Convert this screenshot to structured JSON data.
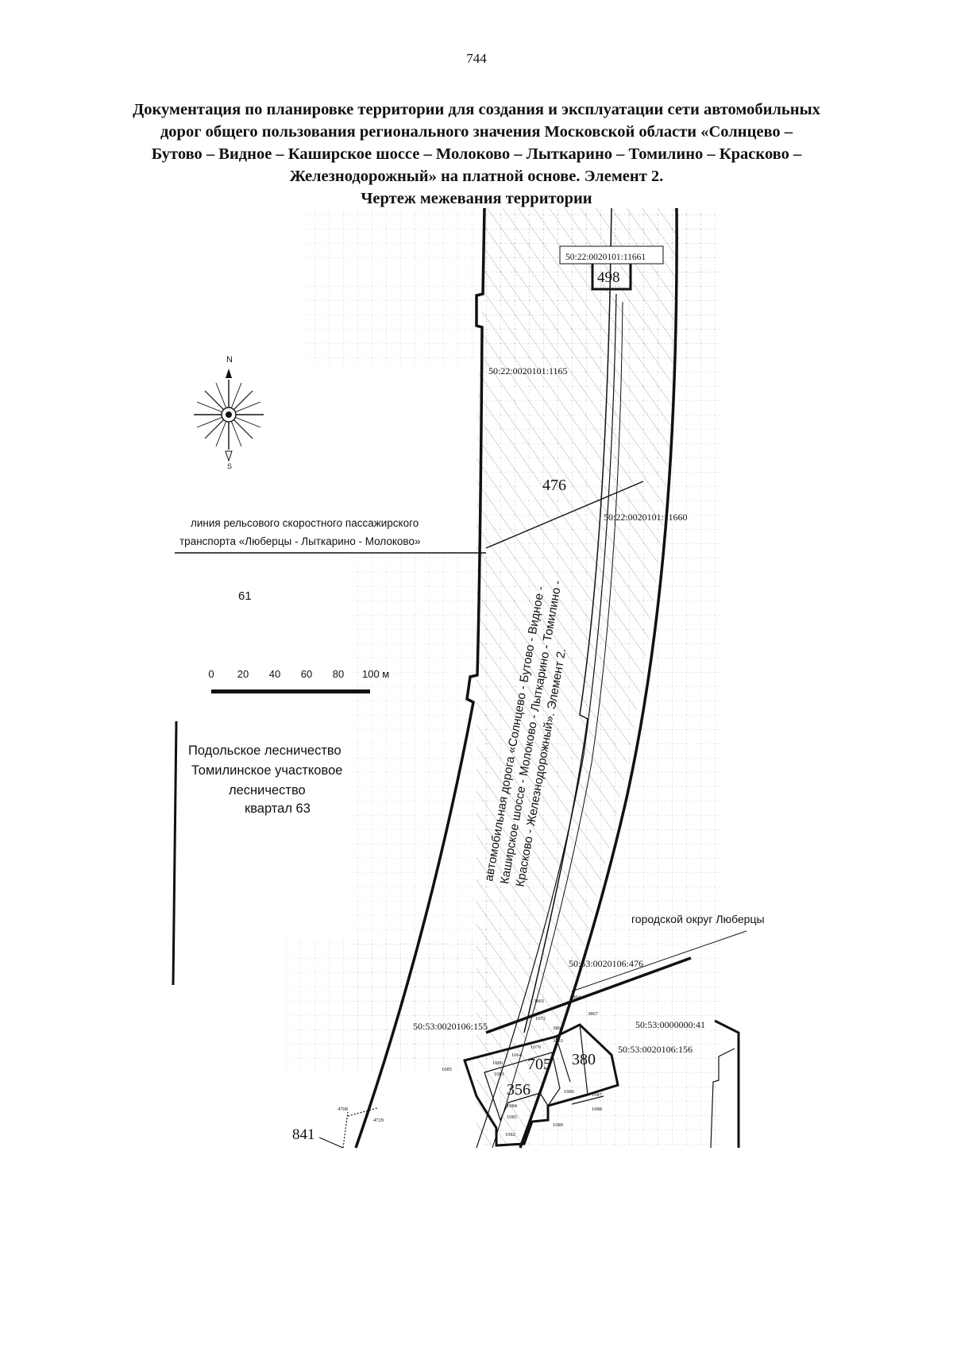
{
  "page_number": "744",
  "title_lines": [
    "Документация по планировке территории для создания и эксплуатации сети автомобильных",
    "дорог общего пользования регионального значения Московской области «Солнцево –",
    "Бутово – Видное – Каширское шоссе – Молоково – Лыткарино – Томилино – Красково –",
    "Железнодорожный» на платной основе. Элемент 2."
  ],
  "subtitle": "Чертеж межевания территории",
  "compass": {
    "north": "N",
    "south": "S"
  },
  "scale_bar": {
    "ticks": [
      "0",
      "20",
      "40",
      "60",
      "80",
      "100 м"
    ]
  },
  "map_labels": {
    "rail_line_1": "линия рельсового скоростного пассажирского",
    "rail_line_2": "транспорта «Люберцы - Лыткарино - Молоково»",
    "zone_61": "61",
    "zone_476": "476",
    "forest_1": "Подольское лесничество",
    "forest_2": "Томилинское участковое",
    "forest_3": "лесничество",
    "forest_4": "квартал 63",
    "district": "городской округ Люберцы",
    "road_1": "автомобильная дорога «Солнцево - Бутово - Видное -",
    "road_2": "Каширское шоссе - Молоково - Лыткарино - Томилино -",
    "road_3": "Красково - Железнодорожный». Элемент 2."
  },
  "parcels": {
    "p11661": "50:22:0020101:11661",
    "n498": "498",
    "p11651": "50:22:0020101:1165",
    "p11660": "50:22:0020101:11660",
    "p476": "50:53:0020106:476",
    "p155": "50:53:0020106:155",
    "p41": "50:53:0000000:41",
    "p156": "50:53:0020106:156",
    "n705": "705",
    "n380": "380",
    "n356": "356",
    "n841": "841"
  },
  "point_labels": [
    "1072",
    "3864",
    "3867",
    "3865",
    "1070",
    "3863",
    "1064",
    "1080",
    "1081",
    "1085",
    "1084",
    "1083",
    "1082",
    "1086",
    "1087",
    "1088",
    "1089",
    "4708",
    "4729",
    "3866"
  ],
  "colors": {
    "ink": "#111111",
    "grid": "#9a9a9a",
    "hatch": "#777777"
  }
}
